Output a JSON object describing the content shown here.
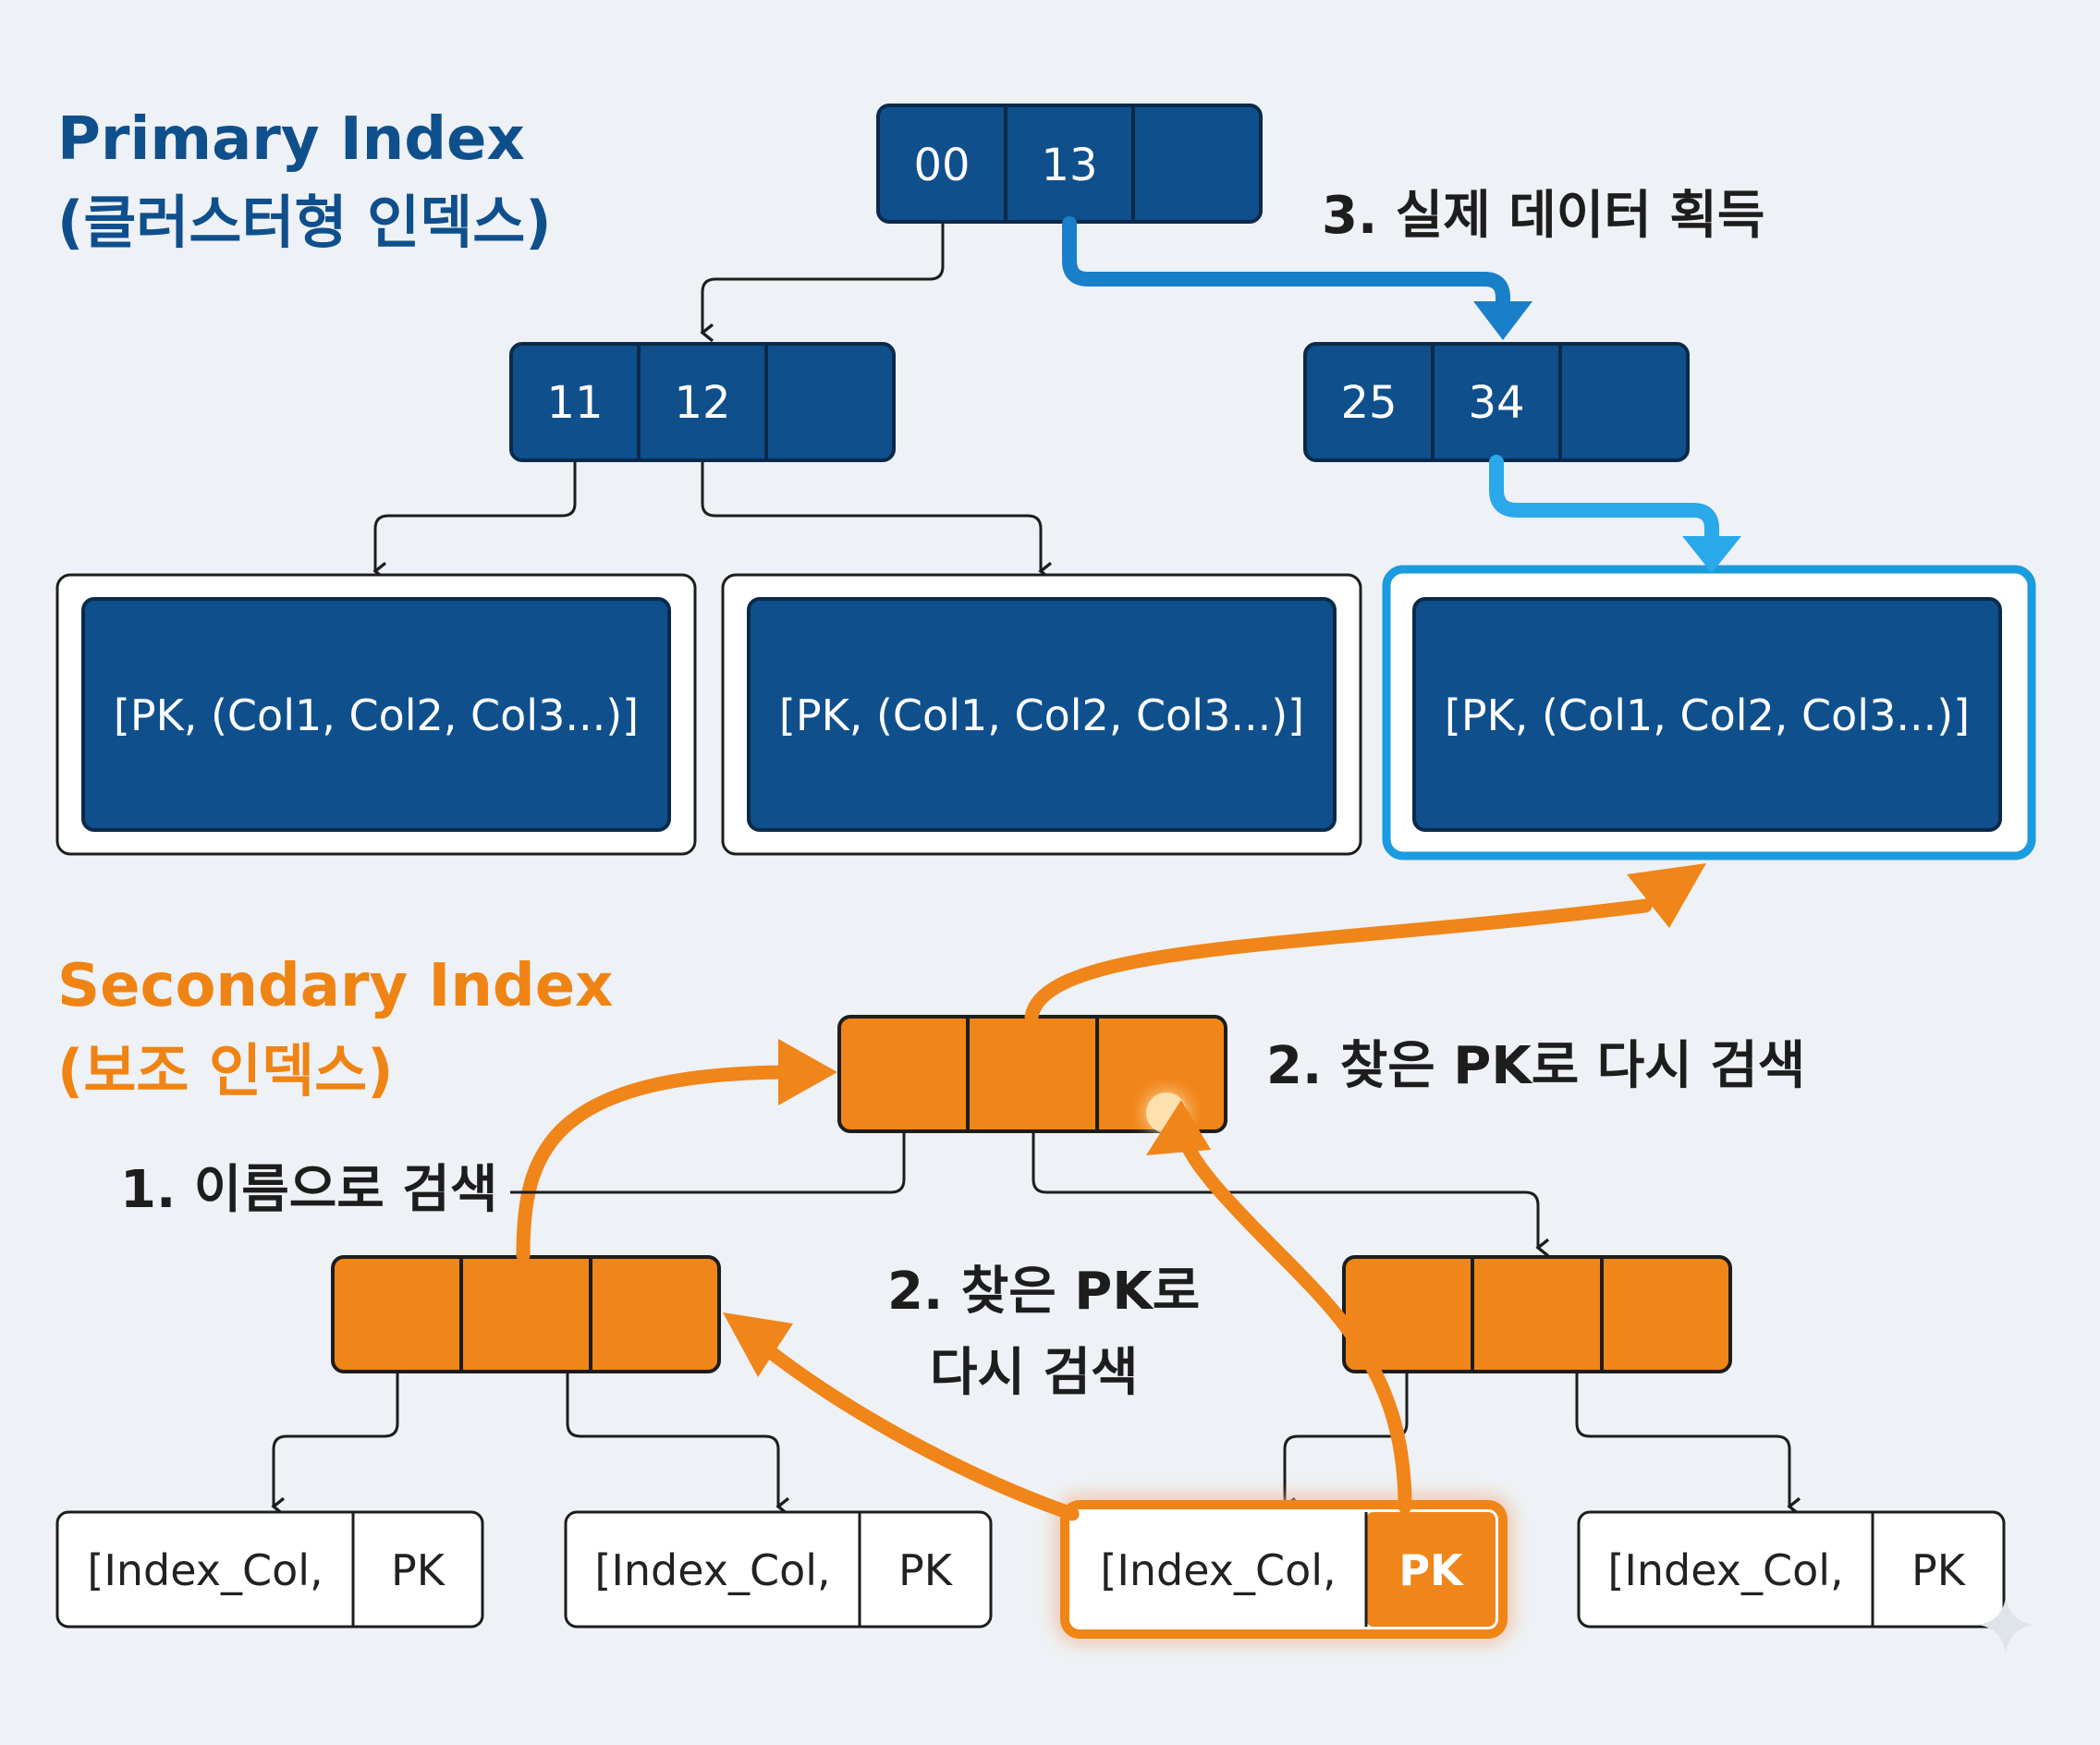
{
  "primary": {
    "title": "Primary Index",
    "subtitle": "(클러스터형 인덱스)",
    "root": [
      "00",
      "13",
      ""
    ],
    "left_node": [
      "11",
      "12",
      ""
    ],
    "right_node": [
      "25",
      "34",
      ""
    ],
    "leaves": [
      "[PK, (Col1, Col2, Col3...)]",
      "[PK, (Col1, Col2, Col3...)]",
      "[PK, (Col1, Col2, Col3...)]"
    ]
  },
  "secondary": {
    "title": "Secondary Index",
    "subtitle": "(보조 인덱스)",
    "leaves": [
      {
        "col": "[Index_Col,",
        "pk": "PK"
      },
      {
        "col": "[Index_Col,",
        "pk": "PK"
      },
      {
        "col": "[Index_Col,",
        "pk": "PK"
      },
      {
        "col": "[Index_Col,",
        "pk": "PK"
      }
    ]
  },
  "steps": {
    "step1": "1. 이름으로 검색",
    "step2_right": "2. 찾은 PK로 다시 검색",
    "step2_middle_line1": "2. 찾은 PK로",
    "step2_middle_line2": "다시 검색",
    "step3": "3. 실제 데이터 획득"
  },
  "colors": {
    "navy": "#0f4f8c",
    "navy_border": "#0b2a4a",
    "highlight_blue": "#1b9be0",
    "orange": "#f08519",
    "text_dark": "#1d1d1d"
  }
}
